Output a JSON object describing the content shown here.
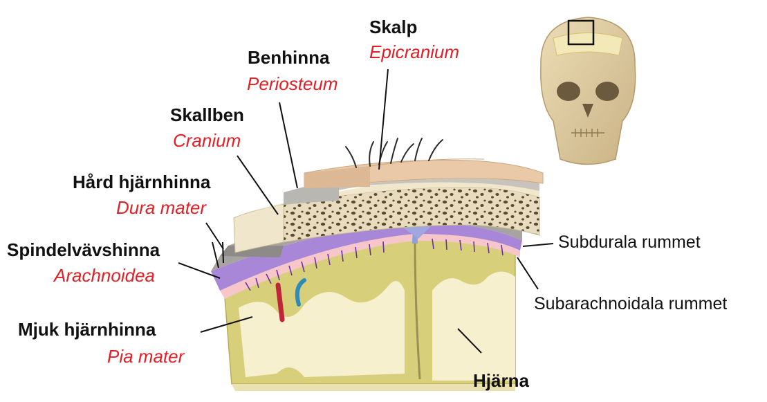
{
  "labels": {
    "skalp": {
      "sv": "Skalp",
      "la": "Epicranium"
    },
    "benhinna": {
      "sv": "Benhinna",
      "la": "Periosteum"
    },
    "skallben": {
      "sv": "Skallben",
      "la": "Cranium"
    },
    "hard": {
      "sv": "Hård hjärnhinna",
      "la": "Dura mater"
    },
    "spindel": {
      "sv": "Spindelvävshinna",
      "la": "Arachnoidea"
    },
    "mjuk": {
      "sv": "Mjuk hjärnhinna",
      "la": "Pia mater"
    },
    "hjarna": "Hjärna",
    "subdural": "Subdurala rummet",
    "subarach": "Subarachnoidala rummet"
  },
  "colors": {
    "latin_text": "#e31e24",
    "label_text": "#111111",
    "scalp": "#e9c9a8",
    "bone": "#e7dcc0",
    "bone_pores": "#5c4a2c",
    "periosteum": "#b9b7b2",
    "dura": "#a7a3a0",
    "arachnoid": "#a887d8",
    "pia": "#f7c6c8",
    "cortex": "#d8cf7a",
    "white_matter": "#f6f0cf",
    "skull_illustration": "#e2cfa5"
  }
}
